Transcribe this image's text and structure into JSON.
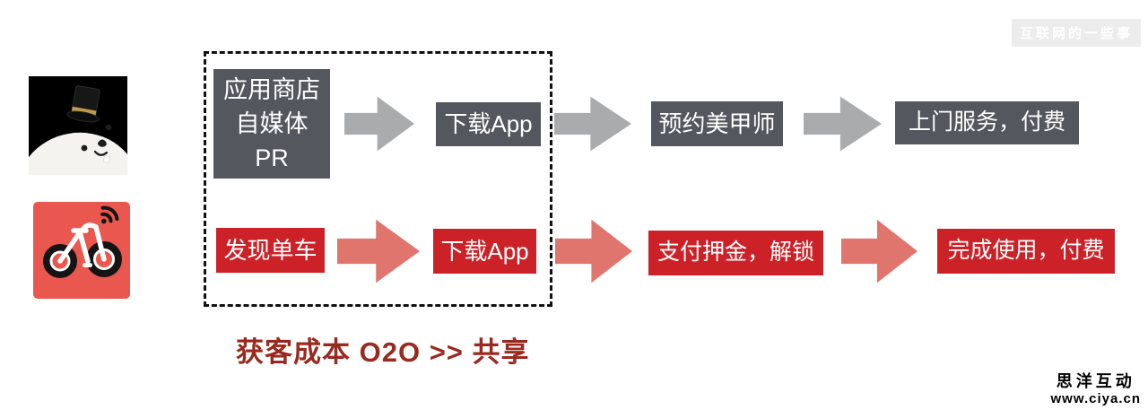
{
  "colors": {
    "gray_box": "#54575d",
    "gray_arrow": "#a9abad",
    "red_box": "#cc2127",
    "red_arrow": "#e0756e",
    "caption_red": "#992a20",
    "mobike_red": "#e9574e",
    "helijia_black": "#000000",
    "dashed_border": "#111111",
    "watermark_band": "#ececec"
  },
  "icons": {
    "helijia_logo": "seal-with-top-hat-icon",
    "mobike_logo": "bicycle-with-signal-icon",
    "arrow": "arrow-right-icon"
  },
  "rows": {
    "o2o": {
      "steps": [
        "应用商店\n自媒体\nPR",
        "下载App",
        "预约美甲师",
        "上门服务，付费"
      ]
    },
    "share": {
      "steps": [
        "发现单车",
        "下载App",
        "支付押金，解锁",
        "完成使用，付费"
      ]
    }
  },
  "caption": "获客成本  O2O >> 共享",
  "watermark_top": "互联网的一些事",
  "watermark_bottom": {
    "line1": "思洋互动",
    "line2": "www.ciya.cn"
  }
}
